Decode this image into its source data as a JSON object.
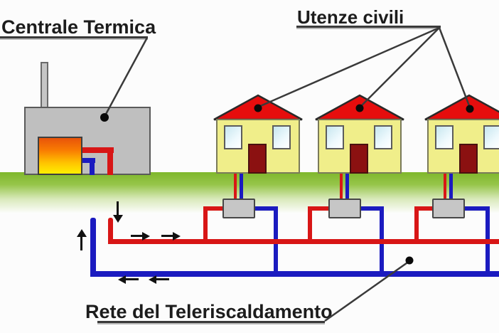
{
  "labels": {
    "plant": "Centrale Termica",
    "users": "Utenze civili",
    "network": "Rete del Teleriscaldamento"
  },
  "colors": {
    "pipe_hot": "#d81616",
    "pipe_cold": "#1b1bc0",
    "roof_red": "#e60d0d",
    "house_wall": "#f0ee8a",
    "door_red": "#8b1111",
    "building_gray": "#bfbfbf",
    "grass_green": "#7fb72b",
    "line": "#3a3a3a",
    "background": "#fcfcfc"
  }
}
